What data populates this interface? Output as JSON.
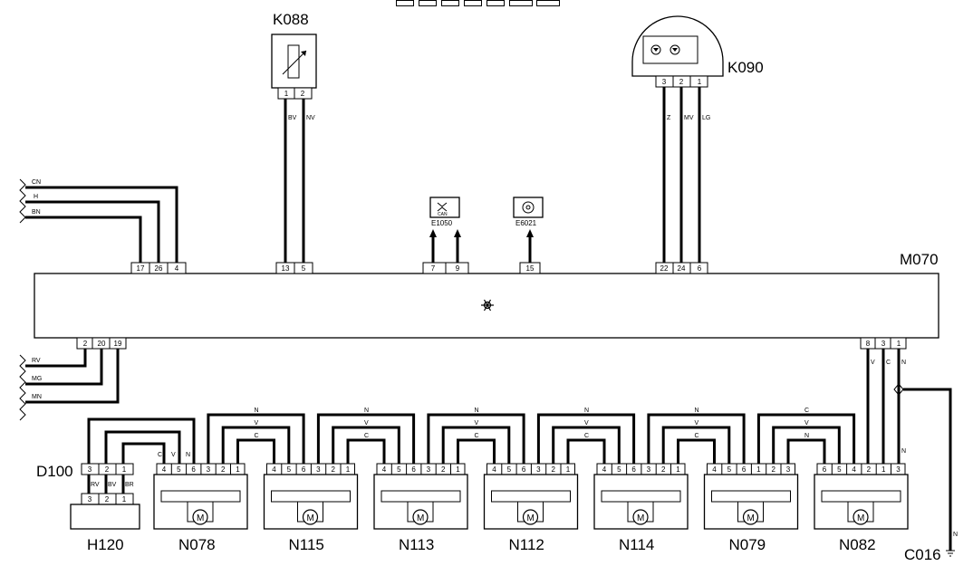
{
  "toolbar": {
    "buttons": [
      "",
      "",
      "",
      "",
      "",
      "",
      ""
    ]
  },
  "components": {
    "K088": "K088",
    "K090": "K090",
    "M070": "M070",
    "D100": "D100",
    "H120": "H120",
    "N078": "N078",
    "N115": "N115",
    "N113": "N113",
    "N112": "N112",
    "N114": "N114",
    "N079": "N079",
    "N082": "N082",
    "C016": "C016"
  },
  "ecus": {
    "E1050": "E1050",
    "E6021": "E6021",
    "can_text": "CAN"
  },
  "left_wires_top": [
    "CN",
    "H",
    "BN"
  ],
  "left_wires_bottom": [
    "RV",
    "MG",
    "MN"
  ],
  "k088_pins": [
    "1",
    "2"
  ],
  "k088_wires": [
    "BV",
    "NV"
  ],
  "k090_pins": [
    "3",
    "2",
    "1"
  ],
  "k090_wires": [
    "Z",
    "MV",
    "LG"
  ],
  "m070_top_pins": [
    "17",
    "26",
    "4",
    "13",
    "5",
    "7",
    "9",
    "15",
    "22",
    "24",
    "6"
  ],
  "m070_bottom_pins": [
    "2",
    "20",
    "19",
    "8",
    "3",
    "1"
  ],
  "m070_right_wires": [
    "V",
    "C",
    "N",
    "N"
  ],
  "c016_wire": "N",
  "d100_pins": [
    "3",
    "2",
    "1"
  ],
  "d100_wires": [
    "RV",
    "BV",
    "BR"
  ],
  "h120_pins": [
    "3",
    "2",
    "1"
  ],
  "n078": {
    "pins": [
      "4",
      "5",
      "6",
      "3",
      "2",
      "1"
    ],
    "wires_left": [
      "C",
      "V",
      "N"
    ]
  },
  "actuators_mid": [
    {
      "pins": [
        "4",
        "5",
        "6",
        "3",
        "2",
        "1"
      ]
    },
    {
      "pins": [
        "4",
        "5",
        "6",
        "3",
        "2",
        "1"
      ]
    },
    {
      "pins": [
        "4",
        "5",
        "6",
        "3",
        "2",
        "1"
      ]
    },
    {
      "pins": [
        "4",
        "5",
        "6",
        "3",
        "2",
        "1"
      ]
    },
    {
      "pins": [
        "4",
        "5",
        "6",
        "1",
        "2",
        "3"
      ]
    },
    {
      "pins": [
        "6",
        "5",
        "4",
        "2",
        "1",
        "3"
      ]
    }
  ],
  "bridges": [
    [
      "N",
      "V",
      "C"
    ],
    [
      "N",
      "V",
      "C"
    ],
    [
      "N",
      "V",
      "C"
    ],
    [
      "N",
      "V",
      "C"
    ],
    [
      "N",
      "V",
      "C"
    ],
    [
      "C",
      "V",
      "N"
    ]
  ],
  "motor_symbol": "M"
}
